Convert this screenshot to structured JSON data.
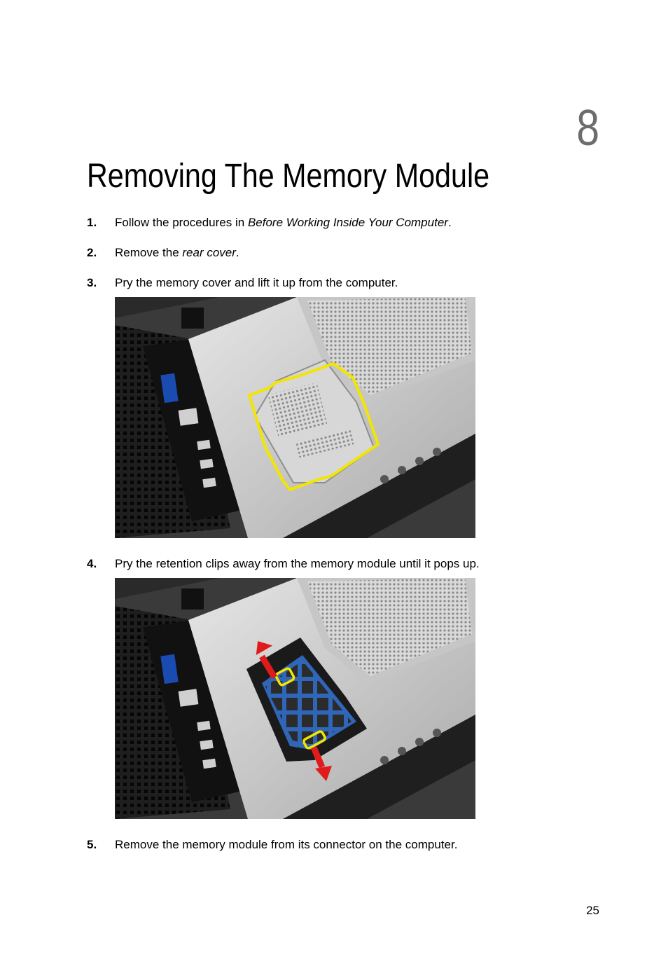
{
  "chapter": {
    "number": "8"
  },
  "title": "Removing The Memory Module",
  "steps": [
    {
      "num": "1.",
      "text_before": "Follow the procedures in ",
      "emphasis": "Before Working Inside Your Computer",
      "text_after": "."
    },
    {
      "num": "2.",
      "text_before": "Remove the ",
      "emphasis": "rear cover",
      "text_after": "."
    },
    {
      "num": "3.",
      "text": "Pry the memory cover and lift it up from the computer."
    },
    {
      "num": "4.",
      "text": "Pry the retention clips away from the memory module until it pops up."
    },
    {
      "num": "5.",
      "text": "Remove the memory module from its connector on the computer."
    }
  ],
  "figures": [
    {
      "highlight_color": "#f2e600"
    },
    {
      "highlight_color": "#f2e600",
      "arrow_color": "#e01b1b",
      "module_color": "#2f66b8"
    }
  ],
  "page_number": "25"
}
